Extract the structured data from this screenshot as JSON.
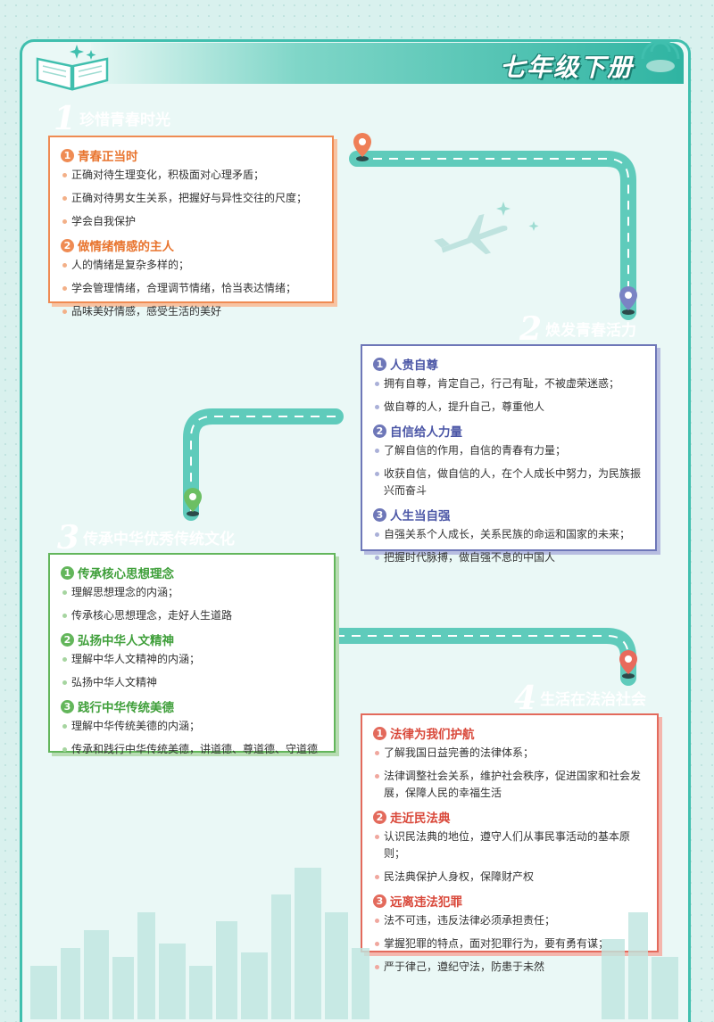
{
  "header": {
    "title": "七年级下册"
  },
  "chapters": [
    {
      "num": "1",
      "title": "珍惜青春时光",
      "sections": [
        {
          "num": "1",
          "title": "青春正当时",
          "items": [
            "正确对待生理变化，积极面对心理矛盾；",
            "正确对待男女生关系，把握好与异性交往的尺度；",
            "学会自我保护"
          ]
        },
        {
          "num": "2",
          "title": "做情绪情感的主人",
          "items": [
            "人的情绪是复杂多样的；",
            "学会管理情绪，合理调节情绪，恰当表达情绪；",
            "品味美好情感，感受生活的美好"
          ]
        }
      ]
    },
    {
      "num": "2",
      "title": "焕发青春活力",
      "sections": [
        {
          "num": "1",
          "title": "人贵自尊",
          "items": [
            "拥有自尊，肯定自己，行己有耻，不被虚荣迷惑；",
            "做自尊的人，提升自己，尊重他人"
          ]
        },
        {
          "num": "2",
          "title": "自信给人力量",
          "items": [
            "了解自信的作用，自信的青春有力量；",
            "收获自信，做自信的人，在个人成长中努力，为民族振兴而奋斗"
          ]
        },
        {
          "num": "3",
          "title": "人生当自强",
          "items": [
            "自强关系个人成长，关系民族的命运和国家的未来；",
            "把握时代脉搏，做自强不息的中国人"
          ]
        }
      ]
    },
    {
      "num": "3",
      "title": "传承中华优秀传统文化",
      "sections": [
        {
          "num": "1",
          "title": "传承核心思想理念",
          "items": [
            "理解思想理念的内涵；",
            "传承核心思想理念，走好人生道路"
          ]
        },
        {
          "num": "2",
          "title": "弘扬中华人文精神",
          "items": [
            "理解中华人文精神的内涵；",
            "弘扬中华人文精神"
          ]
        },
        {
          "num": "3",
          "title": "践行中华传统美德",
          "items": [
            "理解中华传统美德的内涵；",
            "传承和践行中华传统美德，讲道德、尊道德、守道德"
          ]
        }
      ]
    },
    {
      "num": "4",
      "title": "生活在法治社会",
      "sections": [
        {
          "num": "1",
          "title": "法律为我们护航",
          "items": [
            "了解我国日益完善的法律体系；",
            "法律调整社会关系，维护社会秩序，促进国家和社会发展，保障人民的幸福生活"
          ]
        },
        {
          "num": "2",
          "title": "走近民法典",
          "items": [
            "认识民法典的地位，遵守人们从事民事活动的基本原则；",
            "民法典保护人身权，保障财产权"
          ]
        },
        {
          "num": "3",
          "title": "远离违法犯罪",
          "items": [
            "法不可违，违反法律必须承担责任；",
            "掌握犯罪的特点，面对犯罪行为，要有勇有谋；",
            "严于律己，遵纪守法，防患于未然"
          ]
        }
      ]
    }
  ],
  "colors": {
    "teal": "#40bfae",
    "orange": "#ef8b53",
    "blue": "#6e77b8",
    "green": "#63b65b",
    "red": "#e36a5c"
  }
}
